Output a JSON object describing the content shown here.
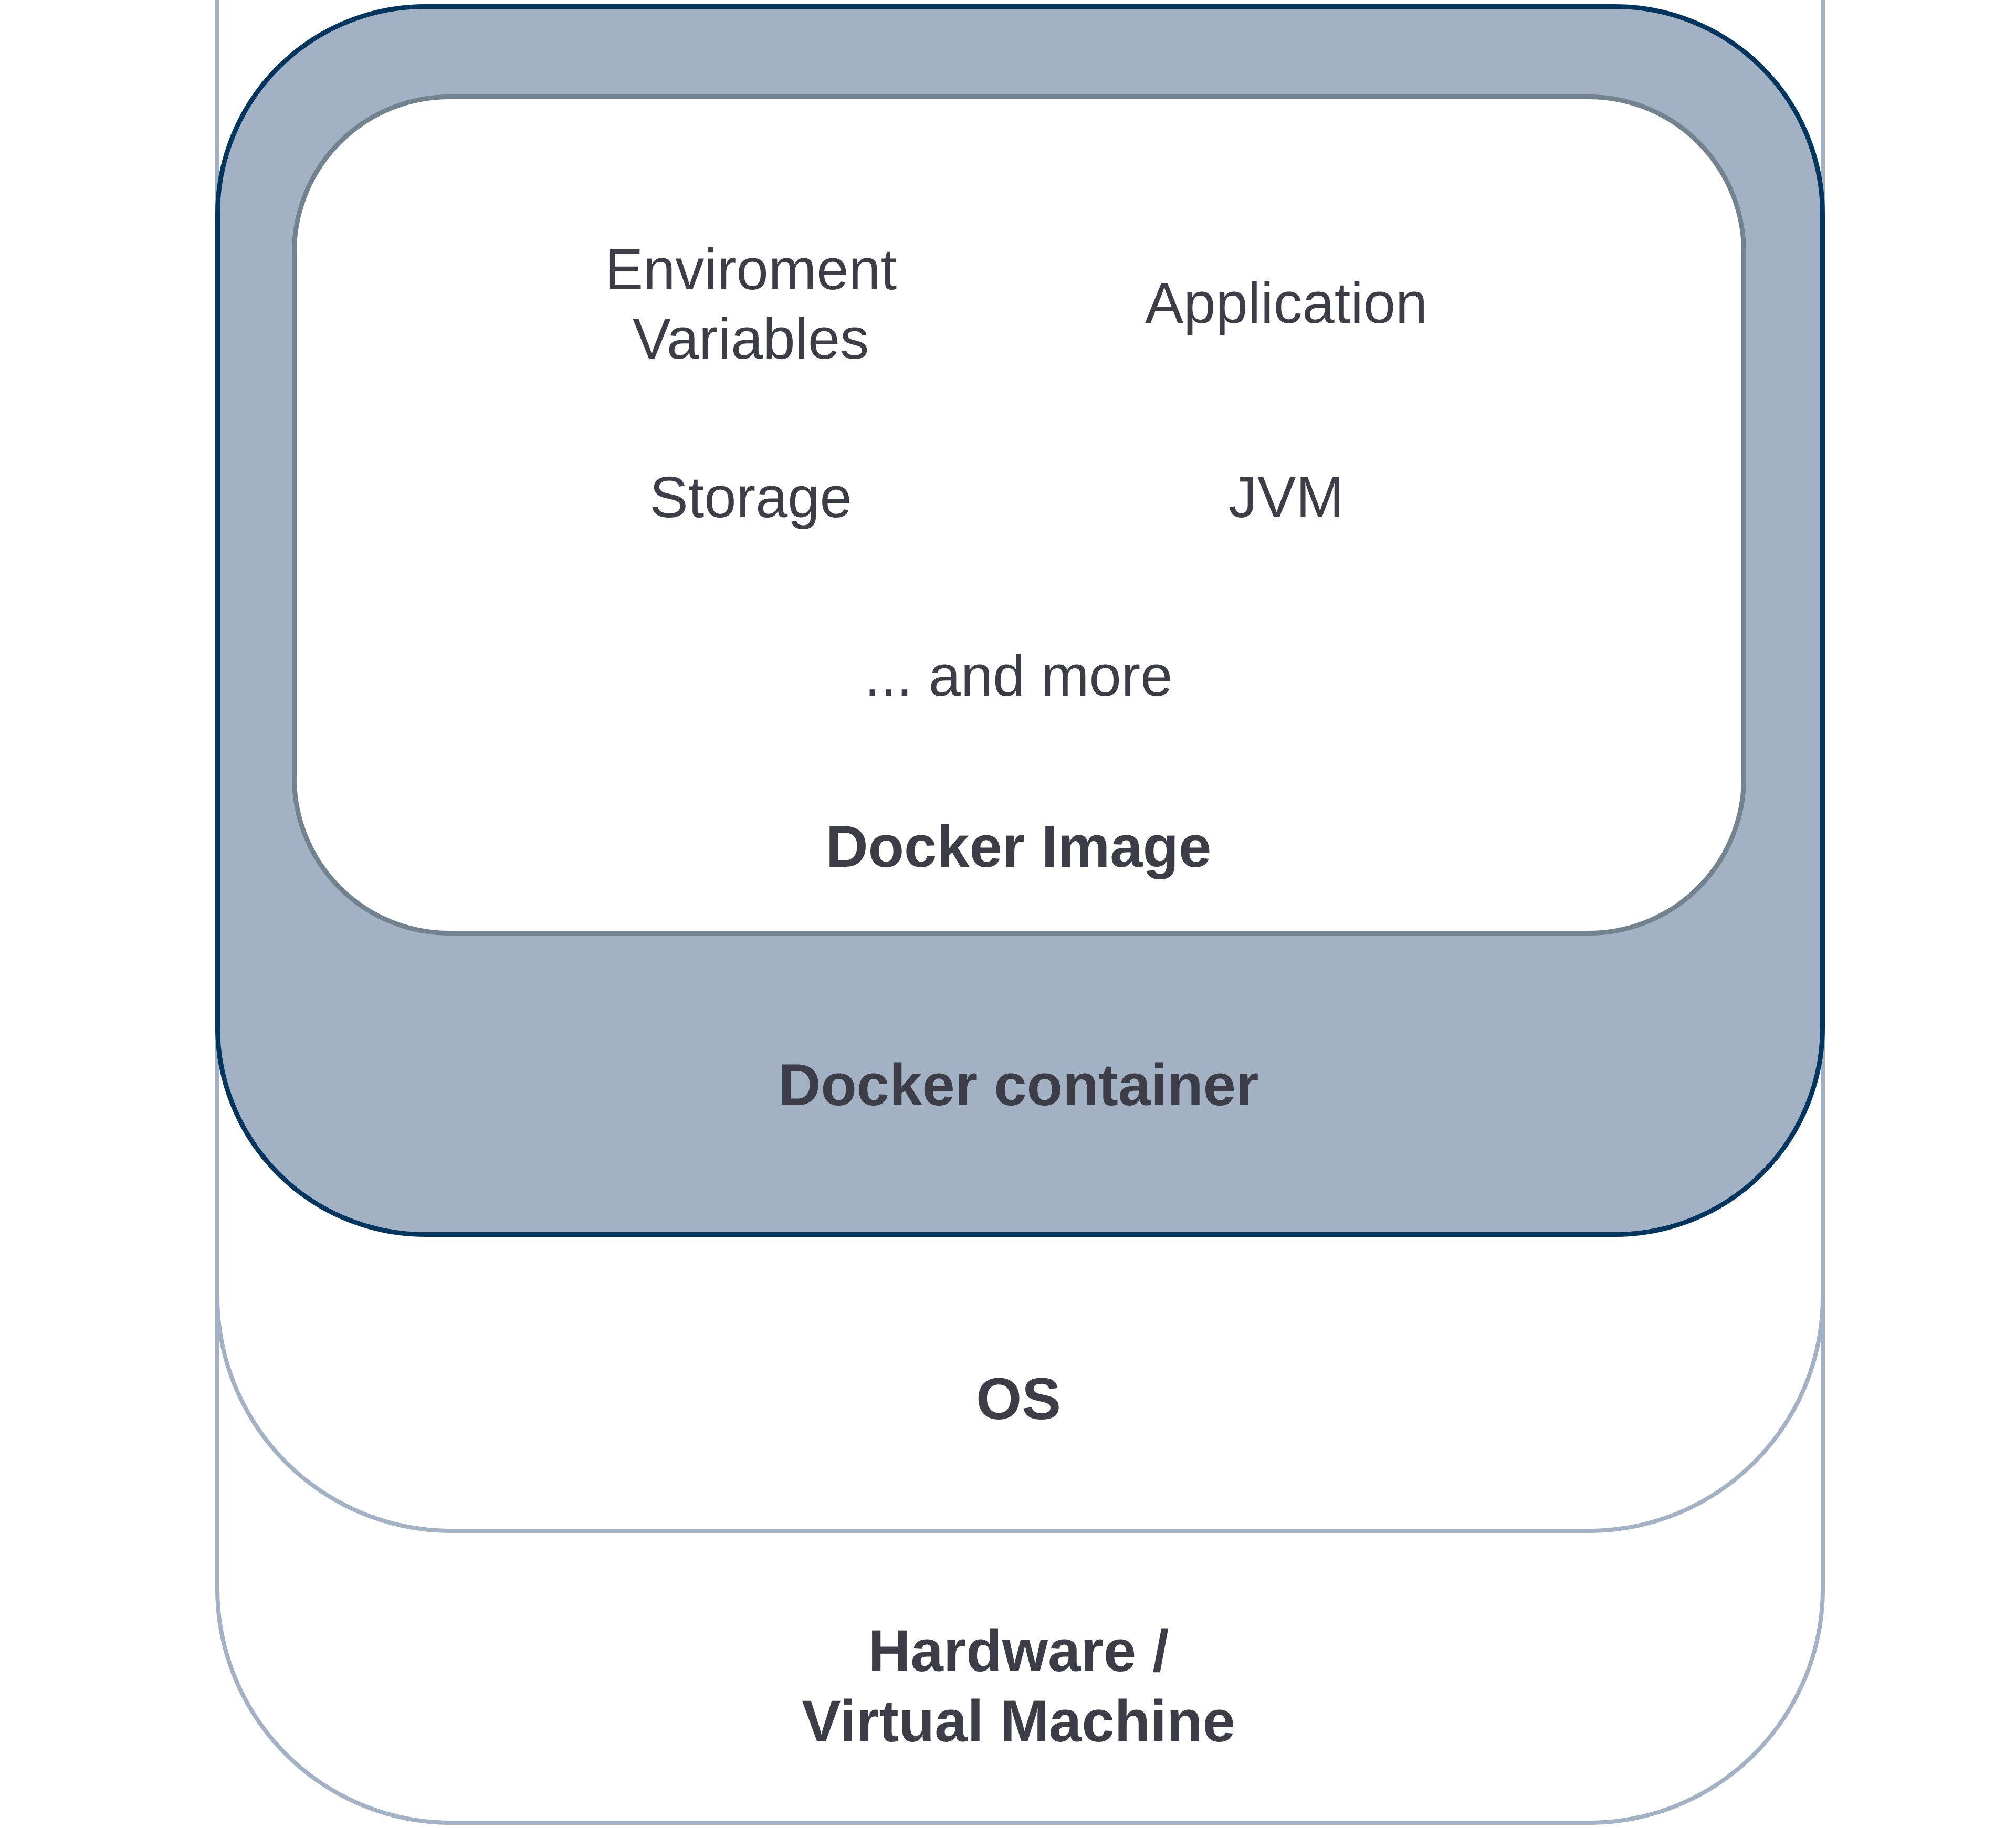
{
  "diagram": {
    "title": "Docker layers",
    "colors": {
      "container_fill": "#a2b2c4",
      "container_border": "#03365e",
      "image_border": "#73828f",
      "lower_layer_border": "#a2b2c4",
      "text": "#3d3d47"
    },
    "layers": {
      "hardware": {
        "label_line1": "Hardware /",
        "label_line2": "Virtual Machine"
      },
      "os": {
        "label": "OS"
      },
      "container": {
        "label": "Docker container"
      },
      "image": {
        "label": "Docker Image",
        "items": {
          "env_line1": "Enviroment",
          "env_line2": "Variables",
          "application": "Application",
          "storage": "Storage",
          "jvm": "JVM",
          "more": "... and more"
        }
      }
    }
  }
}
